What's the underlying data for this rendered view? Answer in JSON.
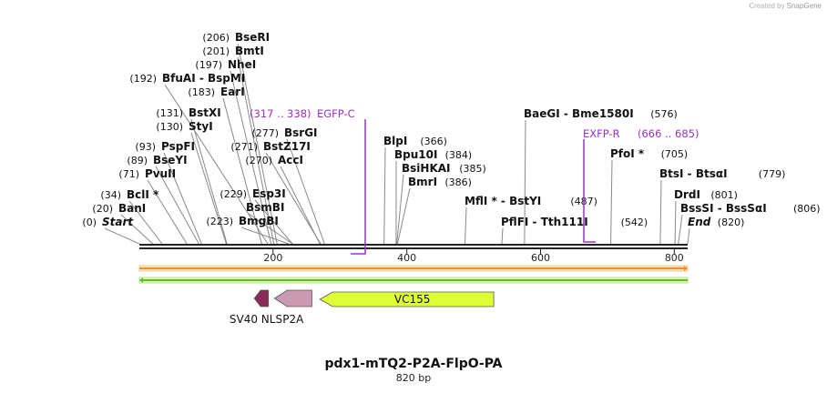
{
  "credit": {
    "prefix": "Created by",
    "brand": "SnapGene"
  },
  "plasmid": {
    "name": "pdx1-mTQ2-P2A-FlpO-PA",
    "length_label": "820 bp",
    "length": 820
  },
  "ruler": {
    "ticks": [
      200,
      400,
      600,
      800
    ]
  },
  "sites": [
    {
      "pos": "(206)",
      "name": "BseRI",
      "at": 206
    },
    {
      "pos": "(201)",
      "name": "BmtI",
      "at": 201
    },
    {
      "pos": "(197)",
      "name": "NheI",
      "at": 197
    },
    {
      "pos": "(192)",
      "name": "BfuAI  - BspMI",
      "at": 192
    },
    {
      "pos": "(183)",
      "name": "EarI",
      "at": 183
    },
    {
      "pos": "(131)",
      "name": "BstXI",
      "at": 131
    },
    {
      "pos": "(130)",
      "name": "StyI",
      "at": 130
    },
    {
      "pos": "(93)",
      "name": "PspFI",
      "at": 93
    },
    {
      "pos": "(89)",
      "name": "BseYI",
      "at": 89
    },
    {
      "pos": "(71)",
      "name": "PvuII",
      "at": 71
    },
    {
      "pos": "(34)",
      "name": "BclI *",
      "at": 34
    },
    {
      "pos": "(20)",
      "name": "BanI",
      "at": 20
    },
    {
      "pos": "(0)",
      "name": "Start",
      "at": 0
    },
    {
      "pos": "(277)",
      "name": "BsrGI",
      "at": 277
    },
    {
      "pos": "(271)",
      "name": "BstZ17I",
      "at": 271
    },
    {
      "pos": "(270)",
      "name": "AccI",
      "at": 270
    },
    {
      "pos": "(229)",
      "name": "Esp3I",
      "at": 229
    },
    {
      "pos": "",
      "name": "BsmBI",
      "at": 229
    },
    {
      "pos": "(223)",
      "name": "BmgBI",
      "at": 223
    },
    {
      "name": "BlpI",
      "pos": "(366)",
      "at": 366
    },
    {
      "name": "Bpu10I",
      "pos": "(384)",
      "at": 384
    },
    {
      "name": "BsiHKAI",
      "pos": "(385)",
      "at": 385
    },
    {
      "name": "BmrI",
      "pos": "(386)",
      "at": 386
    },
    {
      "name": "MflI * - BstYI",
      "pos": "(487)",
      "at": 487
    },
    {
      "name": "PflFI  - Tth111I",
      "pos": "(542)",
      "at": 542
    },
    {
      "name": "BaeGI  - Bme1580I",
      "pos": "(576)",
      "at": 576
    },
    {
      "name": "PfoI *",
      "pos": "(705)",
      "at": 705
    },
    {
      "name": "BtsI  - BtsαI",
      "pos": "(779)",
      "at": 779
    },
    {
      "name": "DrdI",
      "pos": "(801)",
      "at": 801
    },
    {
      "name": "BssSI  - BssSαI",
      "pos": "(806)",
      "at": 806
    },
    {
      "name": "End",
      "pos": "(820)",
      "at": 820
    }
  ],
  "primers": [
    {
      "name": "EGFP-C",
      "range": "(317 .. 338)",
      "color": "#9b30c8"
    },
    {
      "name": "EXFP-R",
      "range": "(666 .. 685)",
      "color": "#9b30c8"
    }
  ],
  "features": [
    {
      "name": "VC155",
      "color": "#ddff33",
      "start": 270,
      "end": 530,
      "strand": "-"
    },
    {
      "name": "P2A",
      "color": "#cc99b3",
      "start": 202,
      "end": 258,
      "strand": "-"
    },
    {
      "name": "SV40 NLS",
      "color": "#8a2a57",
      "start": 172,
      "end": 193,
      "strand": "-"
    }
  ],
  "colors": {
    "forward_strand": "#f28c28",
    "reverse_strand": "#5fbf1f",
    "primer": "#9b30c8"
  }
}
